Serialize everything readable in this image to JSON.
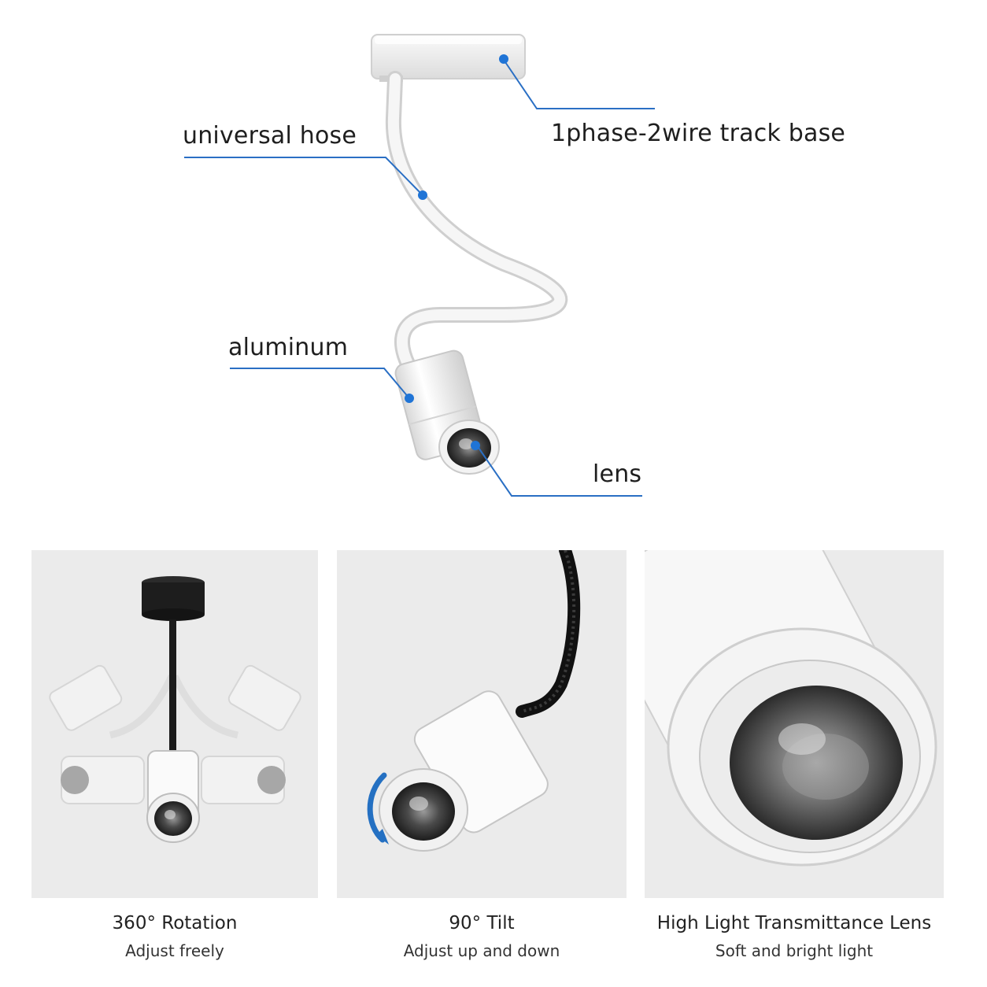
{
  "callouts": {
    "track_base": "1phase-2wire track base",
    "hose": "universal hose",
    "body": "aluminum",
    "lens": "lens"
  },
  "features": [
    {
      "title": "360° Rotation",
      "subtitle": "Adjust freely"
    },
    {
      "title": "90° Tilt",
      "subtitle": "Adjust up and down"
    },
    {
      "title": "High Light Transmittance Lens",
      "subtitle": "Soft and bright light"
    }
  ],
  "colors": {
    "leader_line": "#2a6fc4",
    "dot": "#1f74d6",
    "panel_bg": "#ebebeb",
    "rotation_arrow": "#2470c2"
  }
}
